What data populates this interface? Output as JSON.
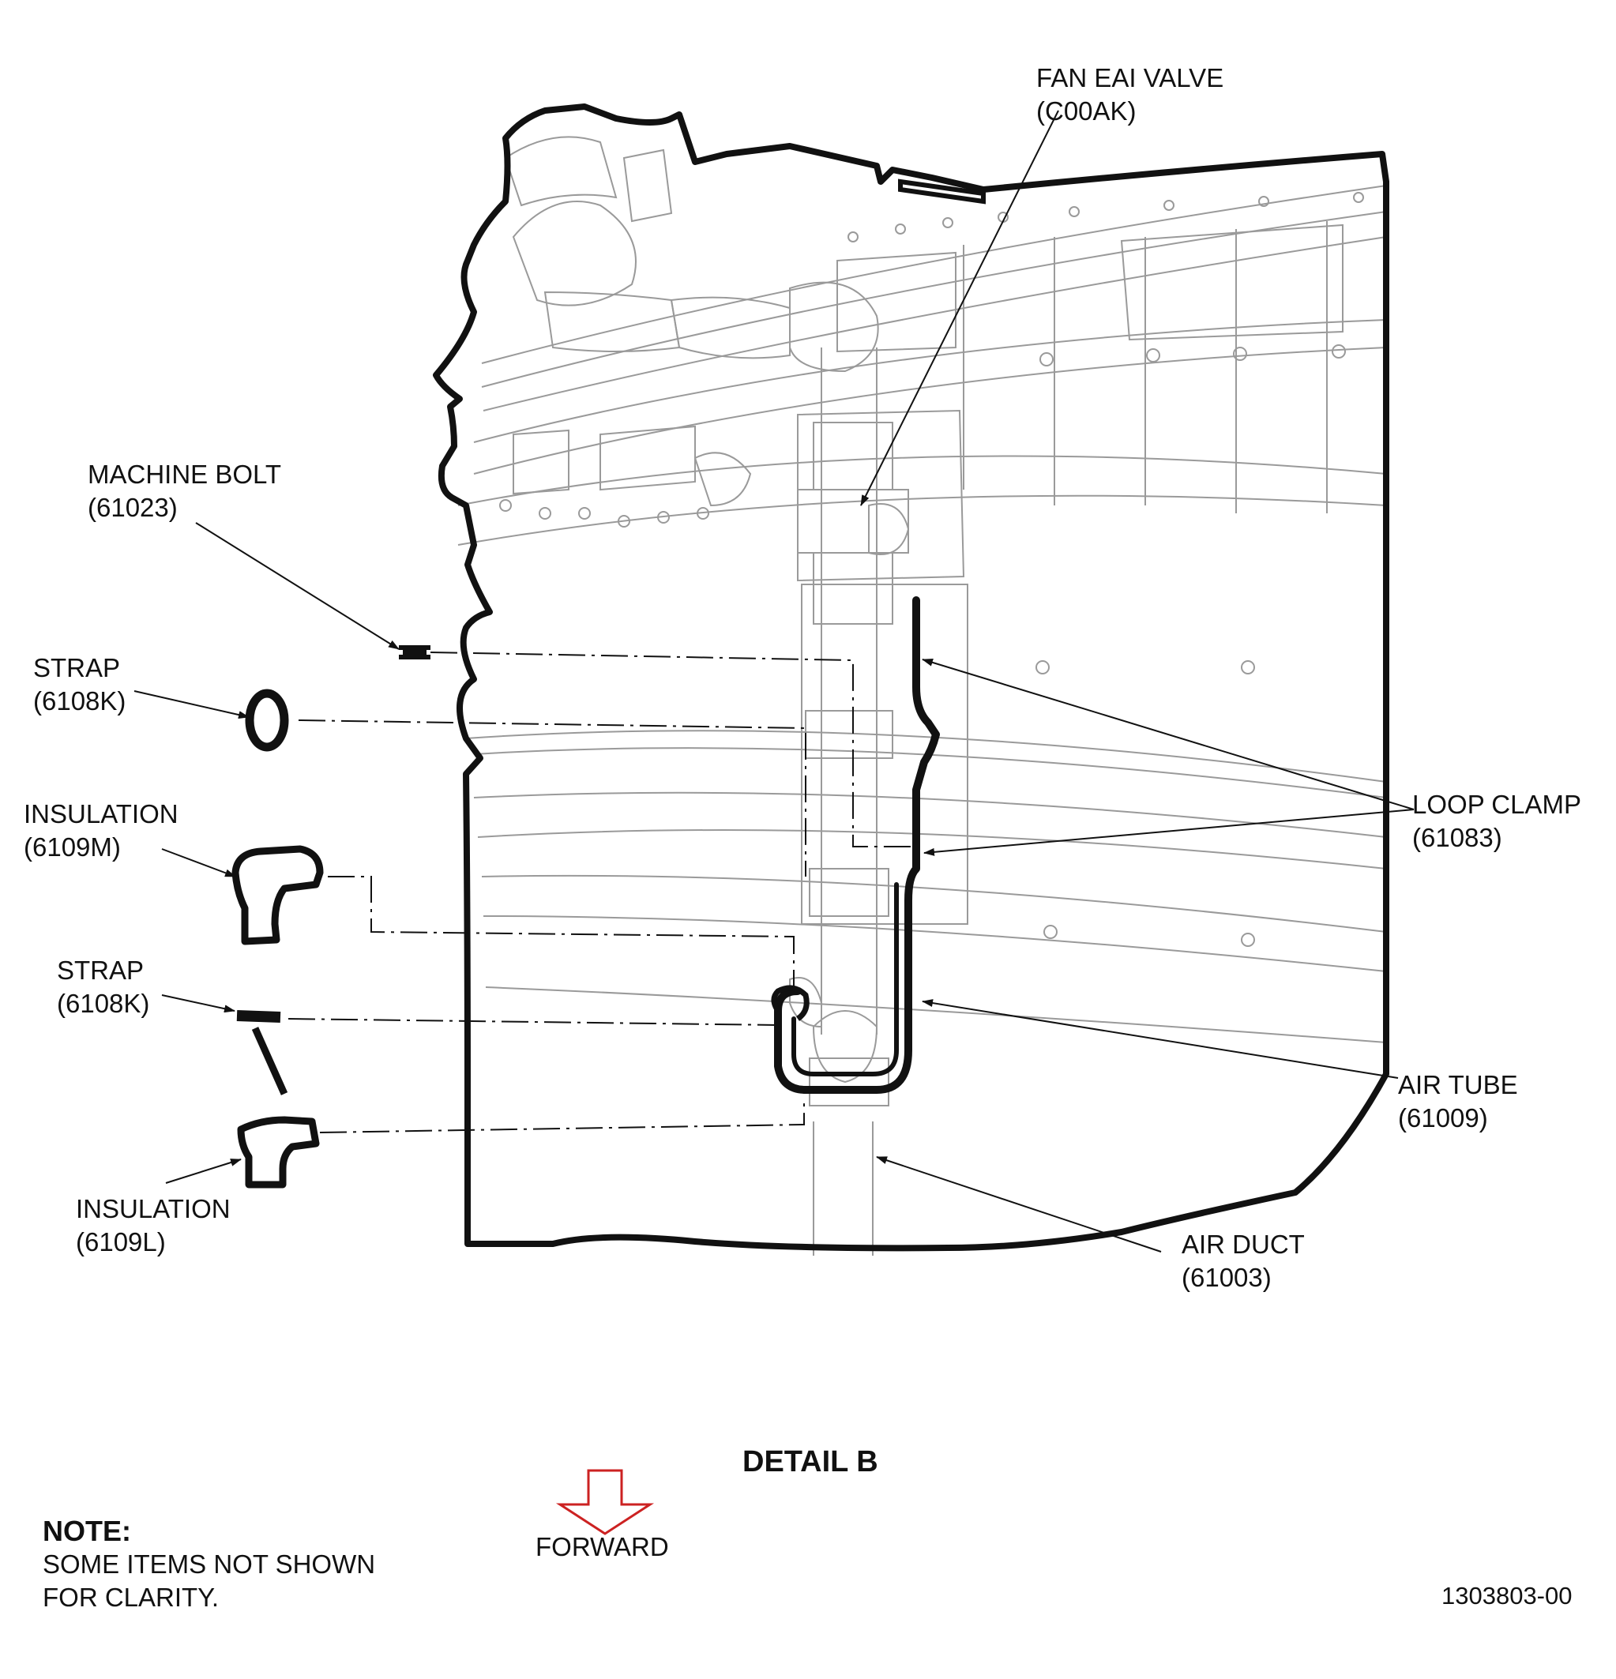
{
  "callouts": {
    "fan_eai_valve": {
      "name": "FAN EAI VALVE",
      "code": "(C00AK)"
    },
    "machine_bolt": {
      "name": "MACHINE BOLT",
      "code": "(61023)"
    },
    "strap_upper": {
      "name": "STRAP",
      "code": "(6108K)"
    },
    "insulation_m": {
      "name": "INSULATION",
      "code": "(6109M)"
    },
    "strap_lower": {
      "name": "STRAP",
      "code": "(6108K)"
    },
    "insulation_l": {
      "name": "INSULATION",
      "code": "(6109L)"
    },
    "loop_clamp": {
      "name": "LOOP CLAMP",
      "code": "(61083)"
    },
    "air_tube": {
      "name": "AIR TUBE",
      "code": "(61009)"
    },
    "air_duct": {
      "name": "AIR DUCT",
      "code": "(61003)"
    }
  },
  "detail_title": "DETAIL B",
  "forward_label": "FORWARD",
  "note": {
    "heading": "NOTE:",
    "line1": "SOME ITEMS NOT SHOWN",
    "line2": "FOR CLARITY."
  },
  "drawing_number": "1303803-00",
  "colors": {
    "line": "#111111",
    "forward_arrow": "#cc2222",
    "detail_line": "#9a9a9a"
  }
}
